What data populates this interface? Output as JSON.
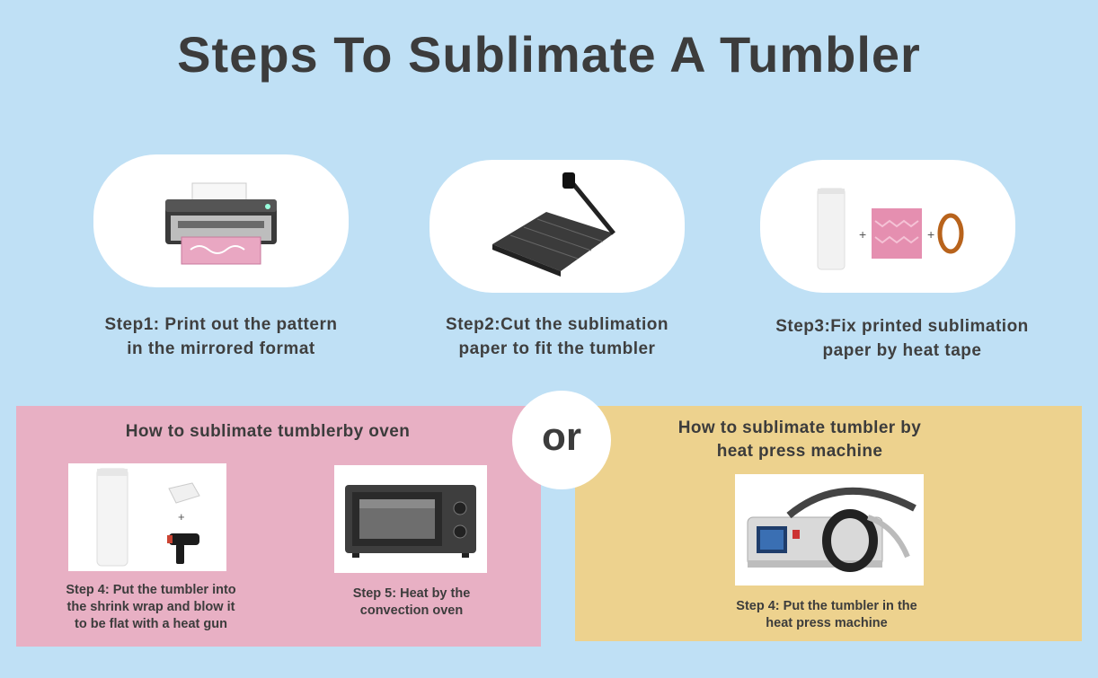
{
  "title": "Steps To Sublimate A Tumbler",
  "steps": [
    {
      "line1": "Step1: Print out the pattern",
      "line2": "in the mirrored format",
      "image": "printer-icon"
    },
    {
      "line1": "Step2:Cut the sublimation",
      "line2": "paper to fit the tumbler",
      "image": "paper-cutter-icon"
    },
    {
      "line1": "Step3:Fix printed sublimation",
      "line2": "paper by heat tape",
      "image": "tumbler-paper-tape-icon"
    }
  ],
  "or_label": "or",
  "oven_panel": {
    "title": "How to sublimate tumblerby oven",
    "step4": {
      "line1": "Step 4: Put the tumbler into",
      "line2": "the shrink wrap and blow it",
      "line3": "to be flat with a heat gun"
    },
    "step5": {
      "line1": "Step 5: Heat by the",
      "line2": "convection oven"
    },
    "background": "#e8b0c4"
  },
  "press_panel": {
    "title_line1": "How to sublimate tumbler by",
    "title_line2": "heat press machine",
    "step4": {
      "line1": "Step 4: Put the tumbler in the",
      "line2": "heat press machine"
    },
    "background": "#edd28e"
  },
  "background": "#bfe0f5"
}
